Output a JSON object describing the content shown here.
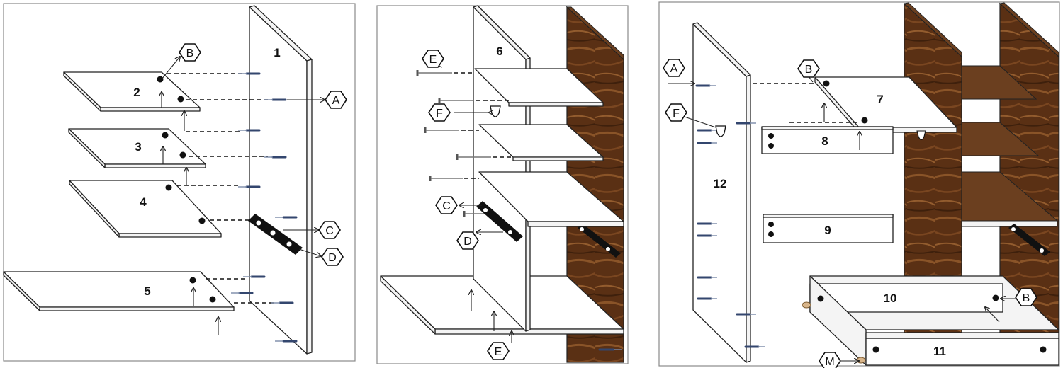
{
  "panels": {
    "left": {
      "part_numbers": [
        "1",
        "2",
        "3",
        "4",
        "5"
      ],
      "callouts": [
        "B",
        "A",
        "C",
        "D"
      ]
    },
    "middle": {
      "part_numbers": [
        "6"
      ],
      "callouts": [
        "E",
        "F",
        "C",
        "D",
        "E"
      ]
    },
    "right": {
      "part_numbers": [
        "7",
        "8",
        "9",
        "10",
        "11",
        "12"
      ],
      "callouts": [
        "A",
        "B",
        "F",
        "B",
        "M"
      ]
    }
  }
}
